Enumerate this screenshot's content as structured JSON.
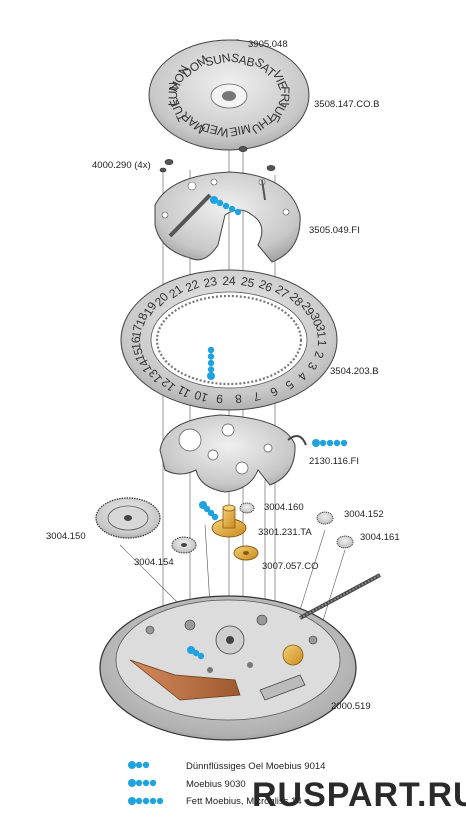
{
  "part_labels": {
    "p3905048": "3905.048",
    "p3508147": "3508.147.CO.B",
    "p4000290": "4000.290 (4x)",
    "p3505049": "3505.049.FI",
    "p3504203": "3504.203.B",
    "p2130116": "2130.116.FI",
    "p3004160": "3004.160",
    "p3004152": "3004.152",
    "p3004150": "3004.150",
    "p3301231": "3301.231.TA",
    "p3004161": "3004.161",
    "p3004154": "3004.154",
    "p3007057": "3007.057.CO",
    "p2000519": "2000.519"
  },
  "day_disc": [
    "SAB",
    "SAT",
    "VIE",
    "FRI",
    "JUE",
    "THU",
    "MIE",
    "WED",
    "MAR",
    "TUE",
    "LUN",
    "MON",
    "DOM",
    "SUN"
  ],
  "date_disc": [
    "24",
    "25",
    "26",
    "27",
    "28",
    "29",
    "30",
    "31",
    "1",
    "2",
    "3",
    "4",
    "5",
    "6",
    "7",
    "8",
    "9",
    "10",
    "11",
    "12",
    "13",
    "14",
    "15",
    "16",
    "17",
    "18",
    "19",
    "20",
    "21",
    "22",
    "23"
  ],
  "legend": [
    {
      "label": "Dünnflüssiges Oel Moebius 9014",
      "dots": 3
    },
    {
      "label": "Moebius 9030",
      "dots": 4
    },
    {
      "label": "Fett Moebius, Microgliss 14",
      "dots": 5
    }
  ],
  "watermark": "RUSPART.RU",
  "colors": {
    "oil_drop": "#1fa3e0",
    "brass": "#e0a830",
    "metal": "#c9c9c9",
    "outline": "#333333"
  }
}
